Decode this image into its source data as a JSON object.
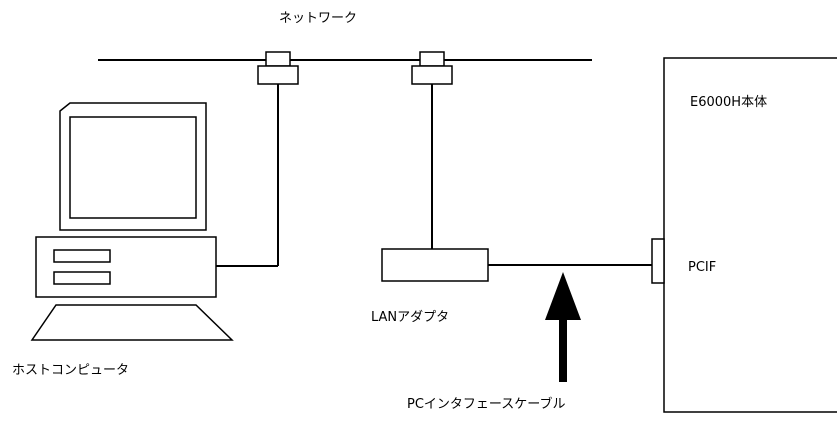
{
  "labels": {
    "network": "ネットワーク",
    "host": "ホストコンピュータ",
    "lan_adapter": "LANアダプタ",
    "cable": "PCインタフェースケーブル",
    "e6000h": "E6000H本体",
    "pcif": "PCIF"
  },
  "colors": {
    "stroke": "#000000",
    "background": "#ffffff"
  }
}
